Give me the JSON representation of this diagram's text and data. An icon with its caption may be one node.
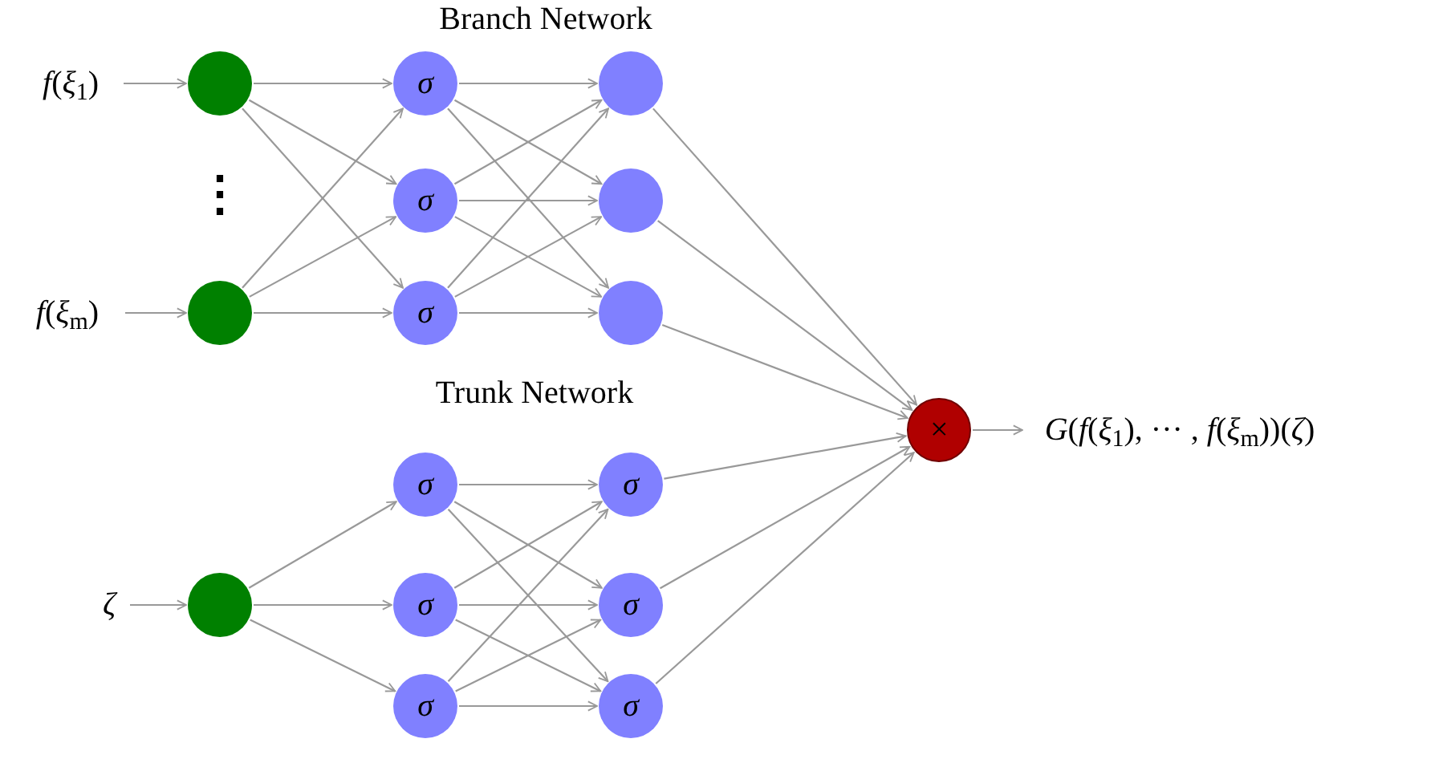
{
  "diagram": {
    "nodes": [
      {
        "text": [
          "*f*(*ξ*$_{1}$)"
        ]
      },
      {
        "text": [
          "*f*(*ξ*$_{m}$)"
        ]
      },
      {
        "text": [
          "*ζ*"
        ]
      },
      {
        "text": [],
        "shape": "circle"
      },
      {
        "text": [],
        "shape": "circle"
      },
      {
        "text": [],
        "shape": "circle"
      },
      {
        "text": [
          "σ"
        ]
      },
      {
        "text": [
          "σ"
        ]
      },
      {
        "text": [
          "σ"
        ]
      },
      {
        "text": [],
        "shape": "circle"
      },
      {
        "text": [],
        "shape": "circle"
      },
      {
        "text": [],
        "shape": "circle"
      },
      {
        "text": [
          "σ"
        ]
      },
      {
        "text": [
          "σ"
        ]
      },
      {
        "text": [
          "σ"
        ]
      },
      {
        "text": [
          "σ"
        ]
      },
      {
        "text": [
          "σ"
        ]
      },
      {
        "text": [
          "σ"
        ]
      },
      {
        "text": [
          "×"
        ]
      },
      {
        "text": [
          "*G*(*f*(*ξ*$_{1}$), ··· , *f*(*ξ*$_{m}$))(*ζ*)"
        ]
      }
    ],
    "edges": [
      {
        "from": 0,
        "to": 3,
        "arrow": "to"
      },
      {
        "from": 1,
        "to": 4,
        "arrow": "to"
      },
      {
        "from": 2,
        "to": 5,
        "arrow": "to"
      },
      {
        "from": 3,
        "to": 6,
        "arrow": "to"
      },
      {
        "from": 3,
        "to": 7,
        "arrow": "to"
      },
      {
        "from": 3,
        "to": 8,
        "arrow": "to"
      },
      {
        "from": 4,
        "to": 6,
        "arrow": "to"
      },
      {
        "from": 4,
        "to": 7,
        "arrow": "to"
      },
      {
        "from": 4,
        "to": 8,
        "arrow": "to"
      },
      {
        "from": 6,
        "to": 9,
        "arrow": "to"
      },
      {
        "from": 6,
        "to": 10,
        "arrow": "to"
      },
      {
        "from": 6,
        "to": 11,
        "arrow": "to"
      },
      {
        "from": 7,
        "to": 9,
        "arrow": "to"
      },
      {
        "from": 7,
        "to": 10,
        "arrow": "to"
      },
      {
        "from": 7,
        "to": 11,
        "arrow": "to"
      },
      {
        "from": 8,
        "to": 9,
        "arrow": "to"
      },
      {
        "from": 8,
        "to": 10,
        "arrow": "to"
      },
      {
        "from": 8,
        "to": 11,
        "arrow": "to"
      },
      {
        "from": 9,
        "to": 18,
        "arrow": "to"
      },
      {
        "from": 10,
        "to": 18,
        "arrow": "to"
      },
      {
        "from": 11,
        "to": 18,
        "arrow": "to"
      },
      {
        "from": 5,
        "to": 12,
        "arrow": "to"
      },
      {
        "from": 5,
        "to": 13,
        "arrow": "to"
      },
      {
        "from": 5,
        "to": 14,
        "arrow": "to"
      },
      {
        "from": 12,
        "to": 15,
        "arrow": "to"
      },
      {
        "from": 12,
        "to": 16,
        "arrow": "to"
      },
      {
        "from": 12,
        "to": 17,
        "arrow": "to"
      },
      {
        "from": 13,
        "to": 15,
        "arrow": "to"
      },
      {
        "from": 13,
        "to": 16,
        "arrow": "to"
      },
      {
        "from": 13,
        "to": 17,
        "arrow": "to"
      },
      {
        "from": 14,
        "to": 15,
        "arrow": "to"
      },
      {
        "from": 14,
        "to": 16,
        "arrow": "to"
      },
      {
        "from": 14,
        "to": 17,
        "arrow": "to"
      },
      {
        "from": 15,
        "to": 18,
        "arrow": "to"
      },
      {
        "from": 16,
        "to": 18,
        "arrow": "to"
      },
      {
        "from": 17,
        "to": 18,
        "arrow": "to"
      },
      {
        "from": 18,
        "to": 19,
        "arrow": "to"
      }
    ],
    "labels": [
      "Branch Network",
      "⋮",
      "Trunk Network"
    ]
  }
}
